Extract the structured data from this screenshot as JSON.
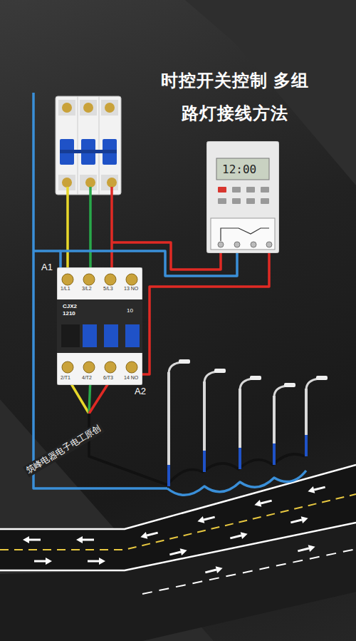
{
  "diagram": {
    "title": "时控开关控制 多组路灯接线方法",
    "nodes": [
      {
        "text": [
          "CJX2 1210",
          "10"
        ]
      },
      {
        "text": [
          "12:00"
        ]
      }
    ],
    "edges": [
      {
        "from": 0,
        "to": 1,
        "arrow": "none"
      },
      {
        "from": 0,
        "to": 1,
        "arrow": "none"
      }
    ],
    "labels": [
      "A1",
      "A2",
      "1/L1",
      "3/L2",
      "5/L3",
      "13 NO",
      "2/T1",
      "4/T2",
      "6/T3",
      "14 NO",
      "筑峰电器电子电工原创"
    ]
  }
}
